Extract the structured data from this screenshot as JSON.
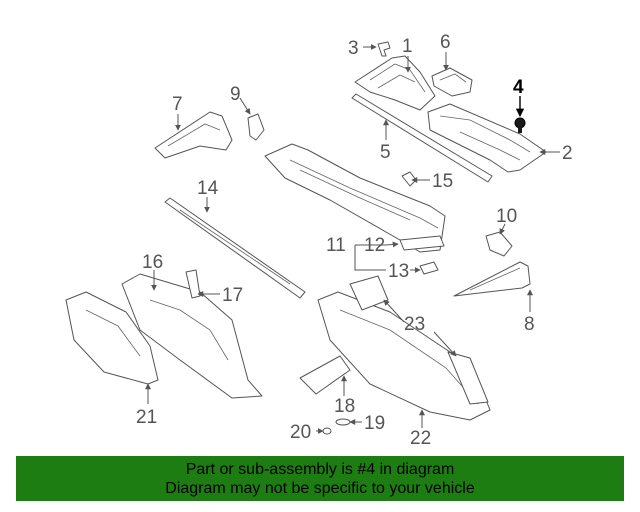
{
  "callouts": {
    "c1": "1",
    "c2": "2",
    "c3": "3",
    "c4": "4",
    "c5": "5",
    "c6": "6",
    "c7": "7",
    "c8": "8",
    "c9": "9",
    "c10": "10",
    "c11": "11",
    "c12": "12",
    "c13": "13",
    "c14": "14",
    "c15": "15",
    "c16": "16",
    "c17": "17",
    "c18": "18",
    "c19": "19",
    "c20": "20",
    "c21": "21",
    "c22": "22",
    "c23": "23"
  },
  "highlighted_part": "4",
  "banner": {
    "line1": "Part or sub-assembly is #4 in diagram",
    "line2": "Diagram may not be specific to your vehicle"
  },
  "colors": {
    "banner": "#1e7d12",
    "line": "#555555",
    "highlight": "#000000"
  }
}
